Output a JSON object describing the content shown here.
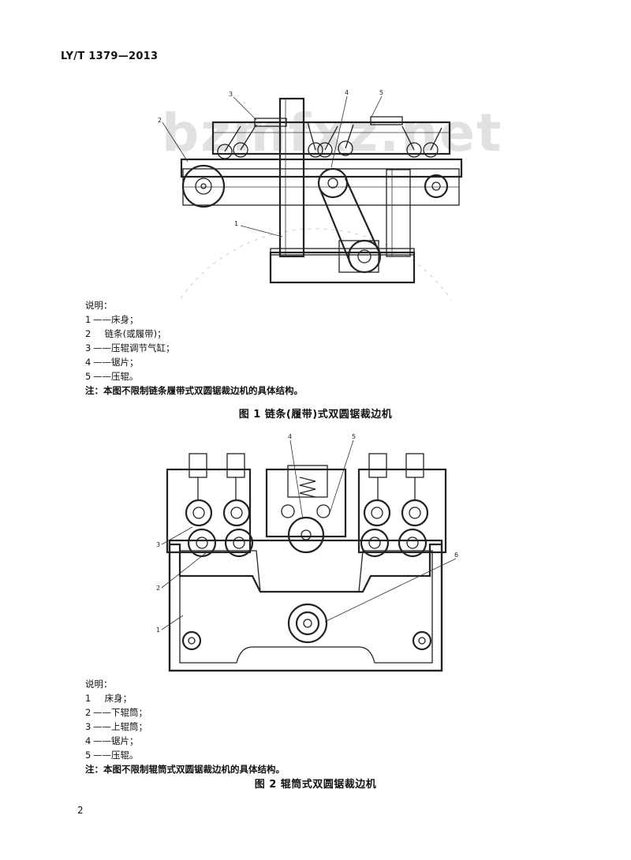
{
  "header": {
    "standard_code": "LY/T 1379—2013"
  },
  "watermark": "bzmfxz.net",
  "figure1": {
    "callouts": [
      "1",
      "2",
      "3",
      "4",
      "5"
    ],
    "legend_title": "说明：",
    "legend": [
      {
        "num": "1",
        "sep": "——",
        "text": "床身；"
      },
      {
        "num": "2",
        "sep": "    ",
        "text": "链条(或履带)；"
      },
      {
        "num": "3",
        "sep": "——",
        "text": "压辊调节气缸；"
      },
      {
        "num": "4",
        "sep": "——",
        "text": "锯片；"
      },
      {
        "num": "5",
        "sep": "——",
        "text": "压辊。"
      }
    ],
    "note": "注：本图不限制链条履带式双圆锯裁边机的具体结构。",
    "caption": "图 1   链条(履带)式双圆锯裁边机"
  },
  "figure2": {
    "callouts": [
      "1",
      "2",
      "3",
      "4",
      "5",
      "6"
    ],
    "legend_title": "说明：",
    "legend": [
      {
        "num": "1",
        "sep": "    ",
        "text": "床身；"
      },
      {
        "num": "2",
        "sep": "——",
        "text": "下辊筒；"
      },
      {
        "num": "3",
        "sep": "——",
        "text": "上辊筒；"
      },
      {
        "num": "4",
        "sep": "——",
        "text": "锯片；"
      },
      {
        "num": "5",
        "sep": "——",
        "text": "压辊。"
      }
    ],
    "note": "注：本图不限制辊筒式双圆锯裁边机的具体结构。",
    "caption": "图 2   辊筒式双圆锯裁边机"
  },
  "page_number": "2"
}
